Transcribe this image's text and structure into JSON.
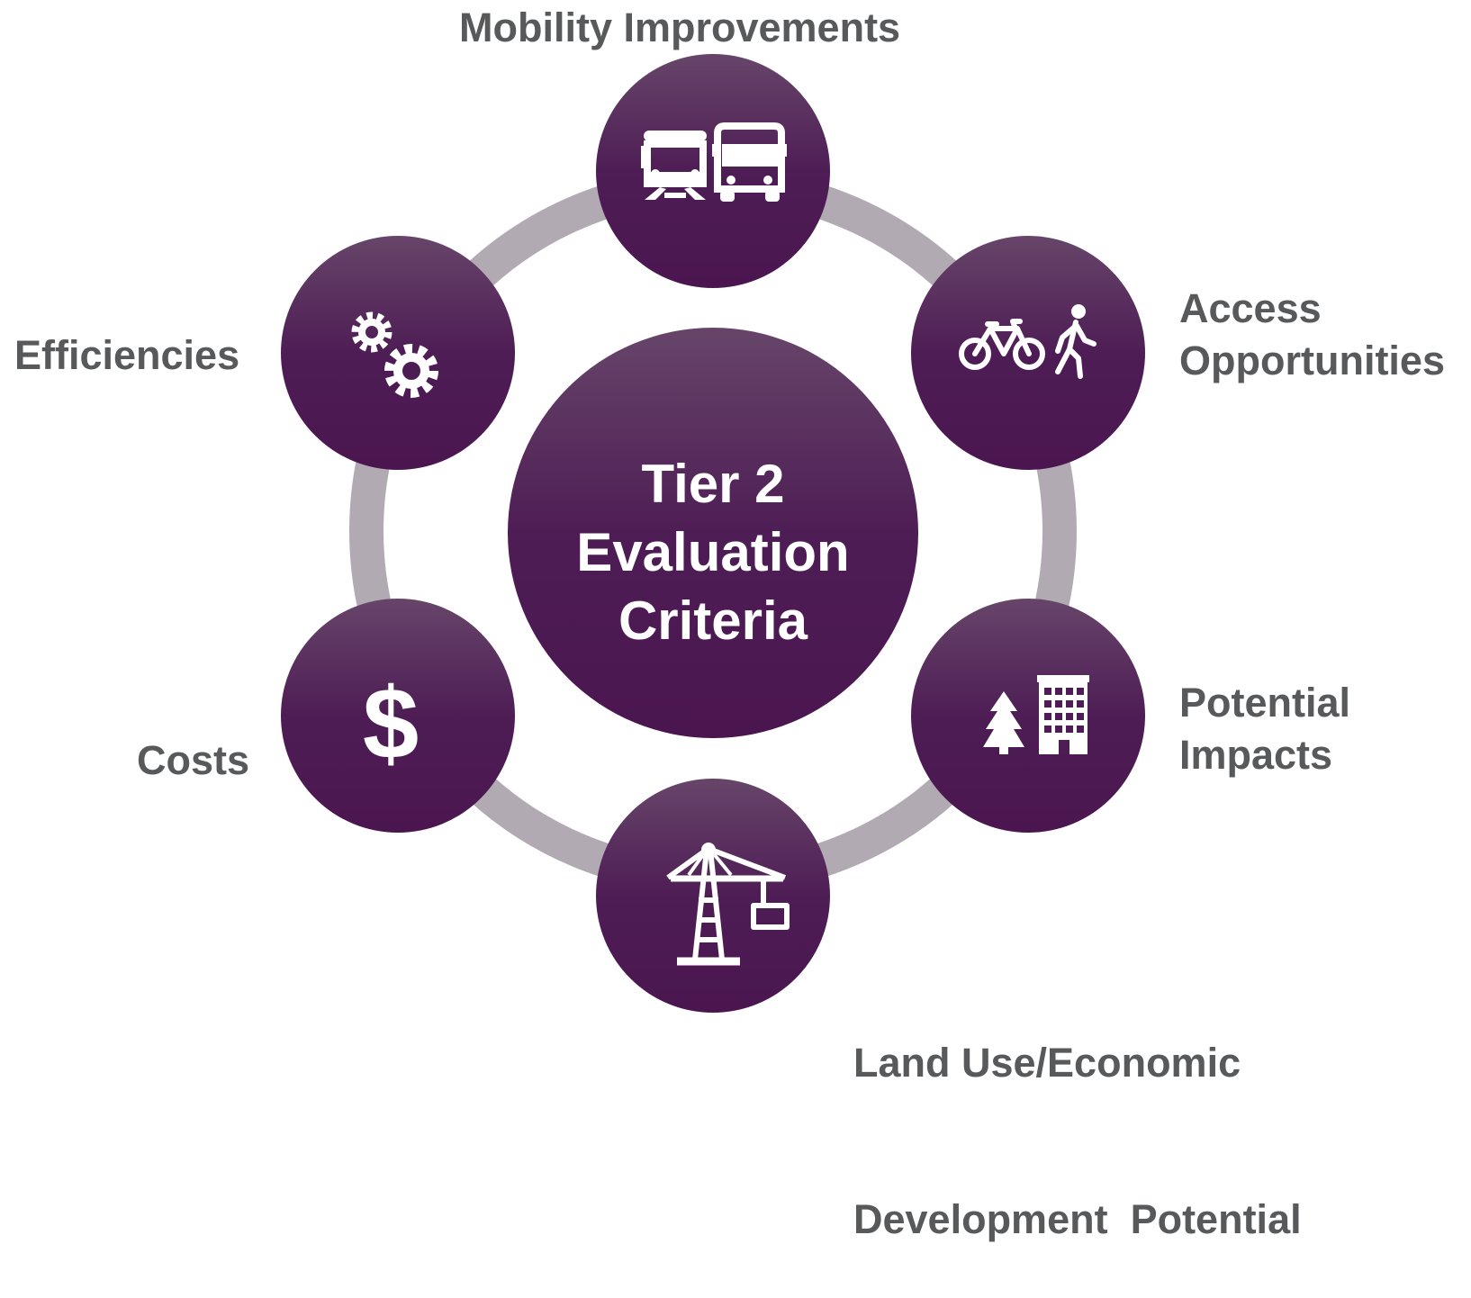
{
  "center": {
    "lines": [
      "Tier 2",
      "Evaluation",
      "Criteria"
    ]
  },
  "nodes": [
    {
      "id": "mobility",
      "icon": "train-bus-icon",
      "label_lines": [
        "Mobility Improvements"
      ]
    },
    {
      "id": "access",
      "icon": "bike-pedestrian-icon",
      "label_lines": [
        "Access",
        "Opportunities"
      ]
    },
    {
      "id": "impacts",
      "icon": "tree-building-icon",
      "label_lines": [
        "Potential",
        "Impacts"
      ]
    },
    {
      "id": "landuse",
      "icon": "crane-icon",
      "label_lines": [
        "Land Use/Economic",
        "Development  Potential"
      ]
    },
    {
      "id": "costs",
      "icon": "dollar-icon",
      "label_lines": [
        "Costs"
      ]
    },
    {
      "id": "efficiencies",
      "icon": "gears-icon",
      "label_lines": [
        "Efficiencies"
      ]
    }
  ],
  "colors": {
    "circle_top": "#674569",
    "circle_bottom": "#4b1650",
    "ring": "#b2aab3",
    "label": "#58595b",
    "icon": "#ffffff"
  }
}
